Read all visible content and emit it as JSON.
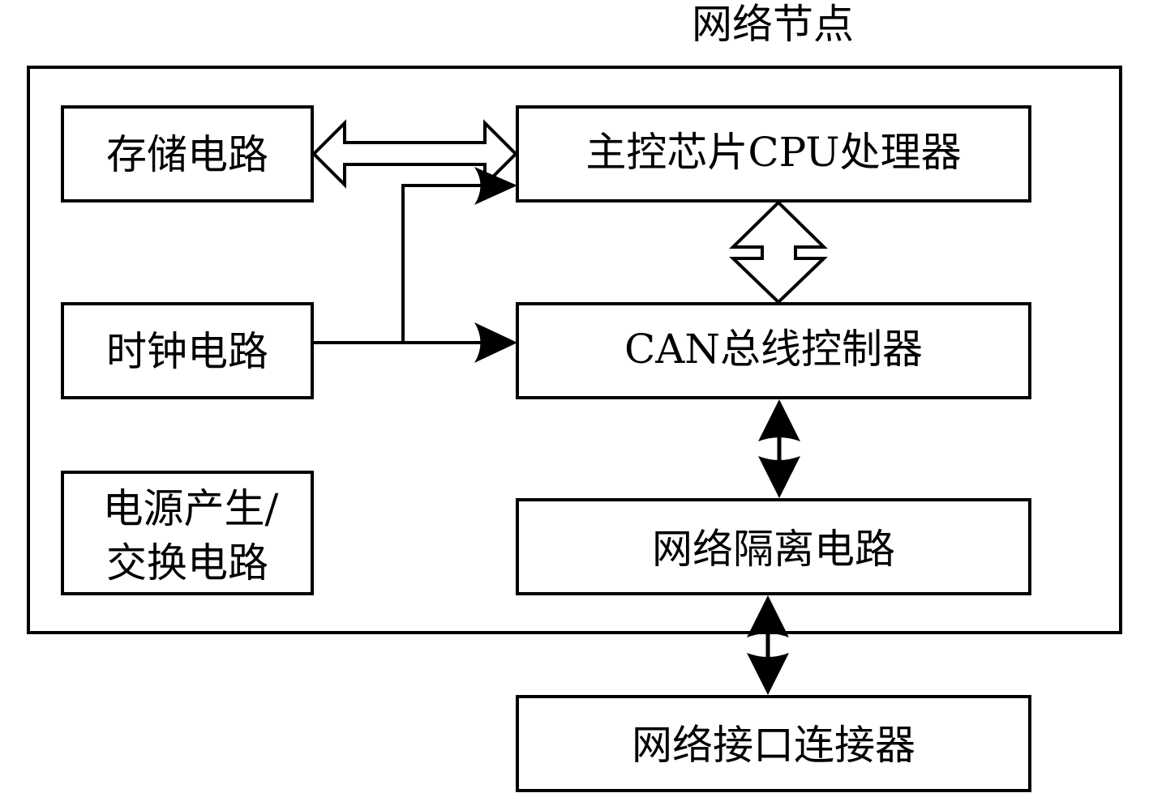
{
  "title": "网络节点",
  "blocks": {
    "storage": "存储电路",
    "clock": "时钟电路",
    "power_line1": "电源产生/",
    "power_line2": "交换电路",
    "cpu": "主控芯片CPU处理器",
    "can": "CAN总线控制器",
    "isolation": "网络隔离电路",
    "connector": "网络接口连接器"
  },
  "connections": [
    {
      "from": "storage",
      "to": "cpu",
      "type": "bidirectional-hollow"
    },
    {
      "from": "clock",
      "to": "cpu",
      "type": "directed"
    },
    {
      "from": "clock",
      "to": "can",
      "type": "directed"
    },
    {
      "from": "cpu",
      "to": "can",
      "type": "bidirectional-hollow"
    },
    {
      "from": "can",
      "to": "isolation",
      "type": "bidirectional-solid"
    },
    {
      "from": "isolation",
      "to": "connector",
      "type": "bidirectional-solid"
    }
  ],
  "colors": {
    "stroke": "#000000",
    "fill": "#ffffff"
  }
}
